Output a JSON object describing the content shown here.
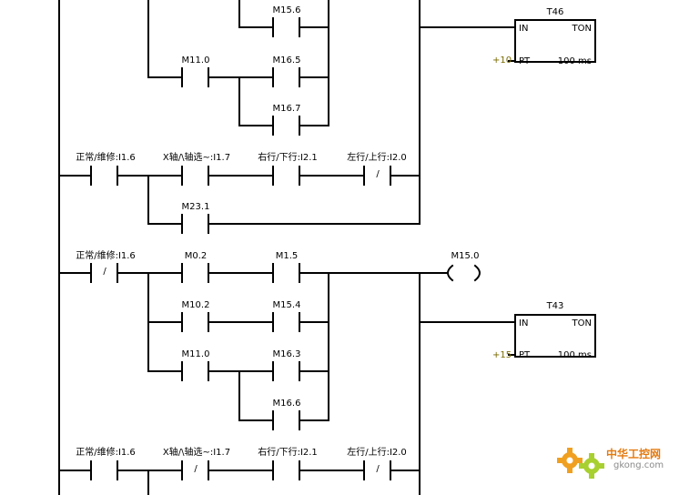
{
  "rungs": [
    {
      "contacts": {
        "m15_6": "M15.6",
        "m11_0": "M11.0",
        "m16_5": "M16.5",
        "m16_7": "M16.7"
      },
      "timer": {
        "name": "T46",
        "type": "TON",
        "in": "IN",
        "pt": "PT",
        "preset": "+10",
        "resolution": "100 ms"
      }
    },
    {
      "contacts": {
        "normal_repair": "正常/维修:I1.6",
        "x_axis_select": "X轴/\\轴选~:I1.7",
        "right_down": "右行/下行:I2.1",
        "left_up": "左行/上行:I2.0",
        "m23_1": "M23.1"
      },
      "negation_mark": "/"
    },
    {
      "contacts": {
        "normal_repair": "正常/维修:I1.6",
        "m0_2": "M0.2",
        "m1_5": "M1.5",
        "m10_2": "M10.2",
        "m15_4": "M15.4",
        "m11_0": "M11.0",
        "m16_3": "M16.3",
        "m16_6": "M16.6"
      },
      "coil": {
        "name": "M15.0"
      },
      "timer": {
        "name": "T43",
        "type": "TON",
        "in": "IN",
        "pt": "PT",
        "preset": "+15",
        "resolution": "100 ms"
      },
      "negation_mark": "/"
    },
    {
      "contacts": {
        "normal_repair": "正常/维修:I1.6",
        "x_axis_select": "X轴/\\轴选~:I1.7",
        "right_down": "右行/下行:I2.1",
        "left_up": "左行/上行:I2.0"
      },
      "negation_mark": "/"
    }
  ],
  "watermark": {
    "title": "中华工控网",
    "site": "gkong.com"
  },
  "colors": {
    "wire": "#000000",
    "preset": "#7a6a00",
    "watermark": "#e47a10"
  }
}
